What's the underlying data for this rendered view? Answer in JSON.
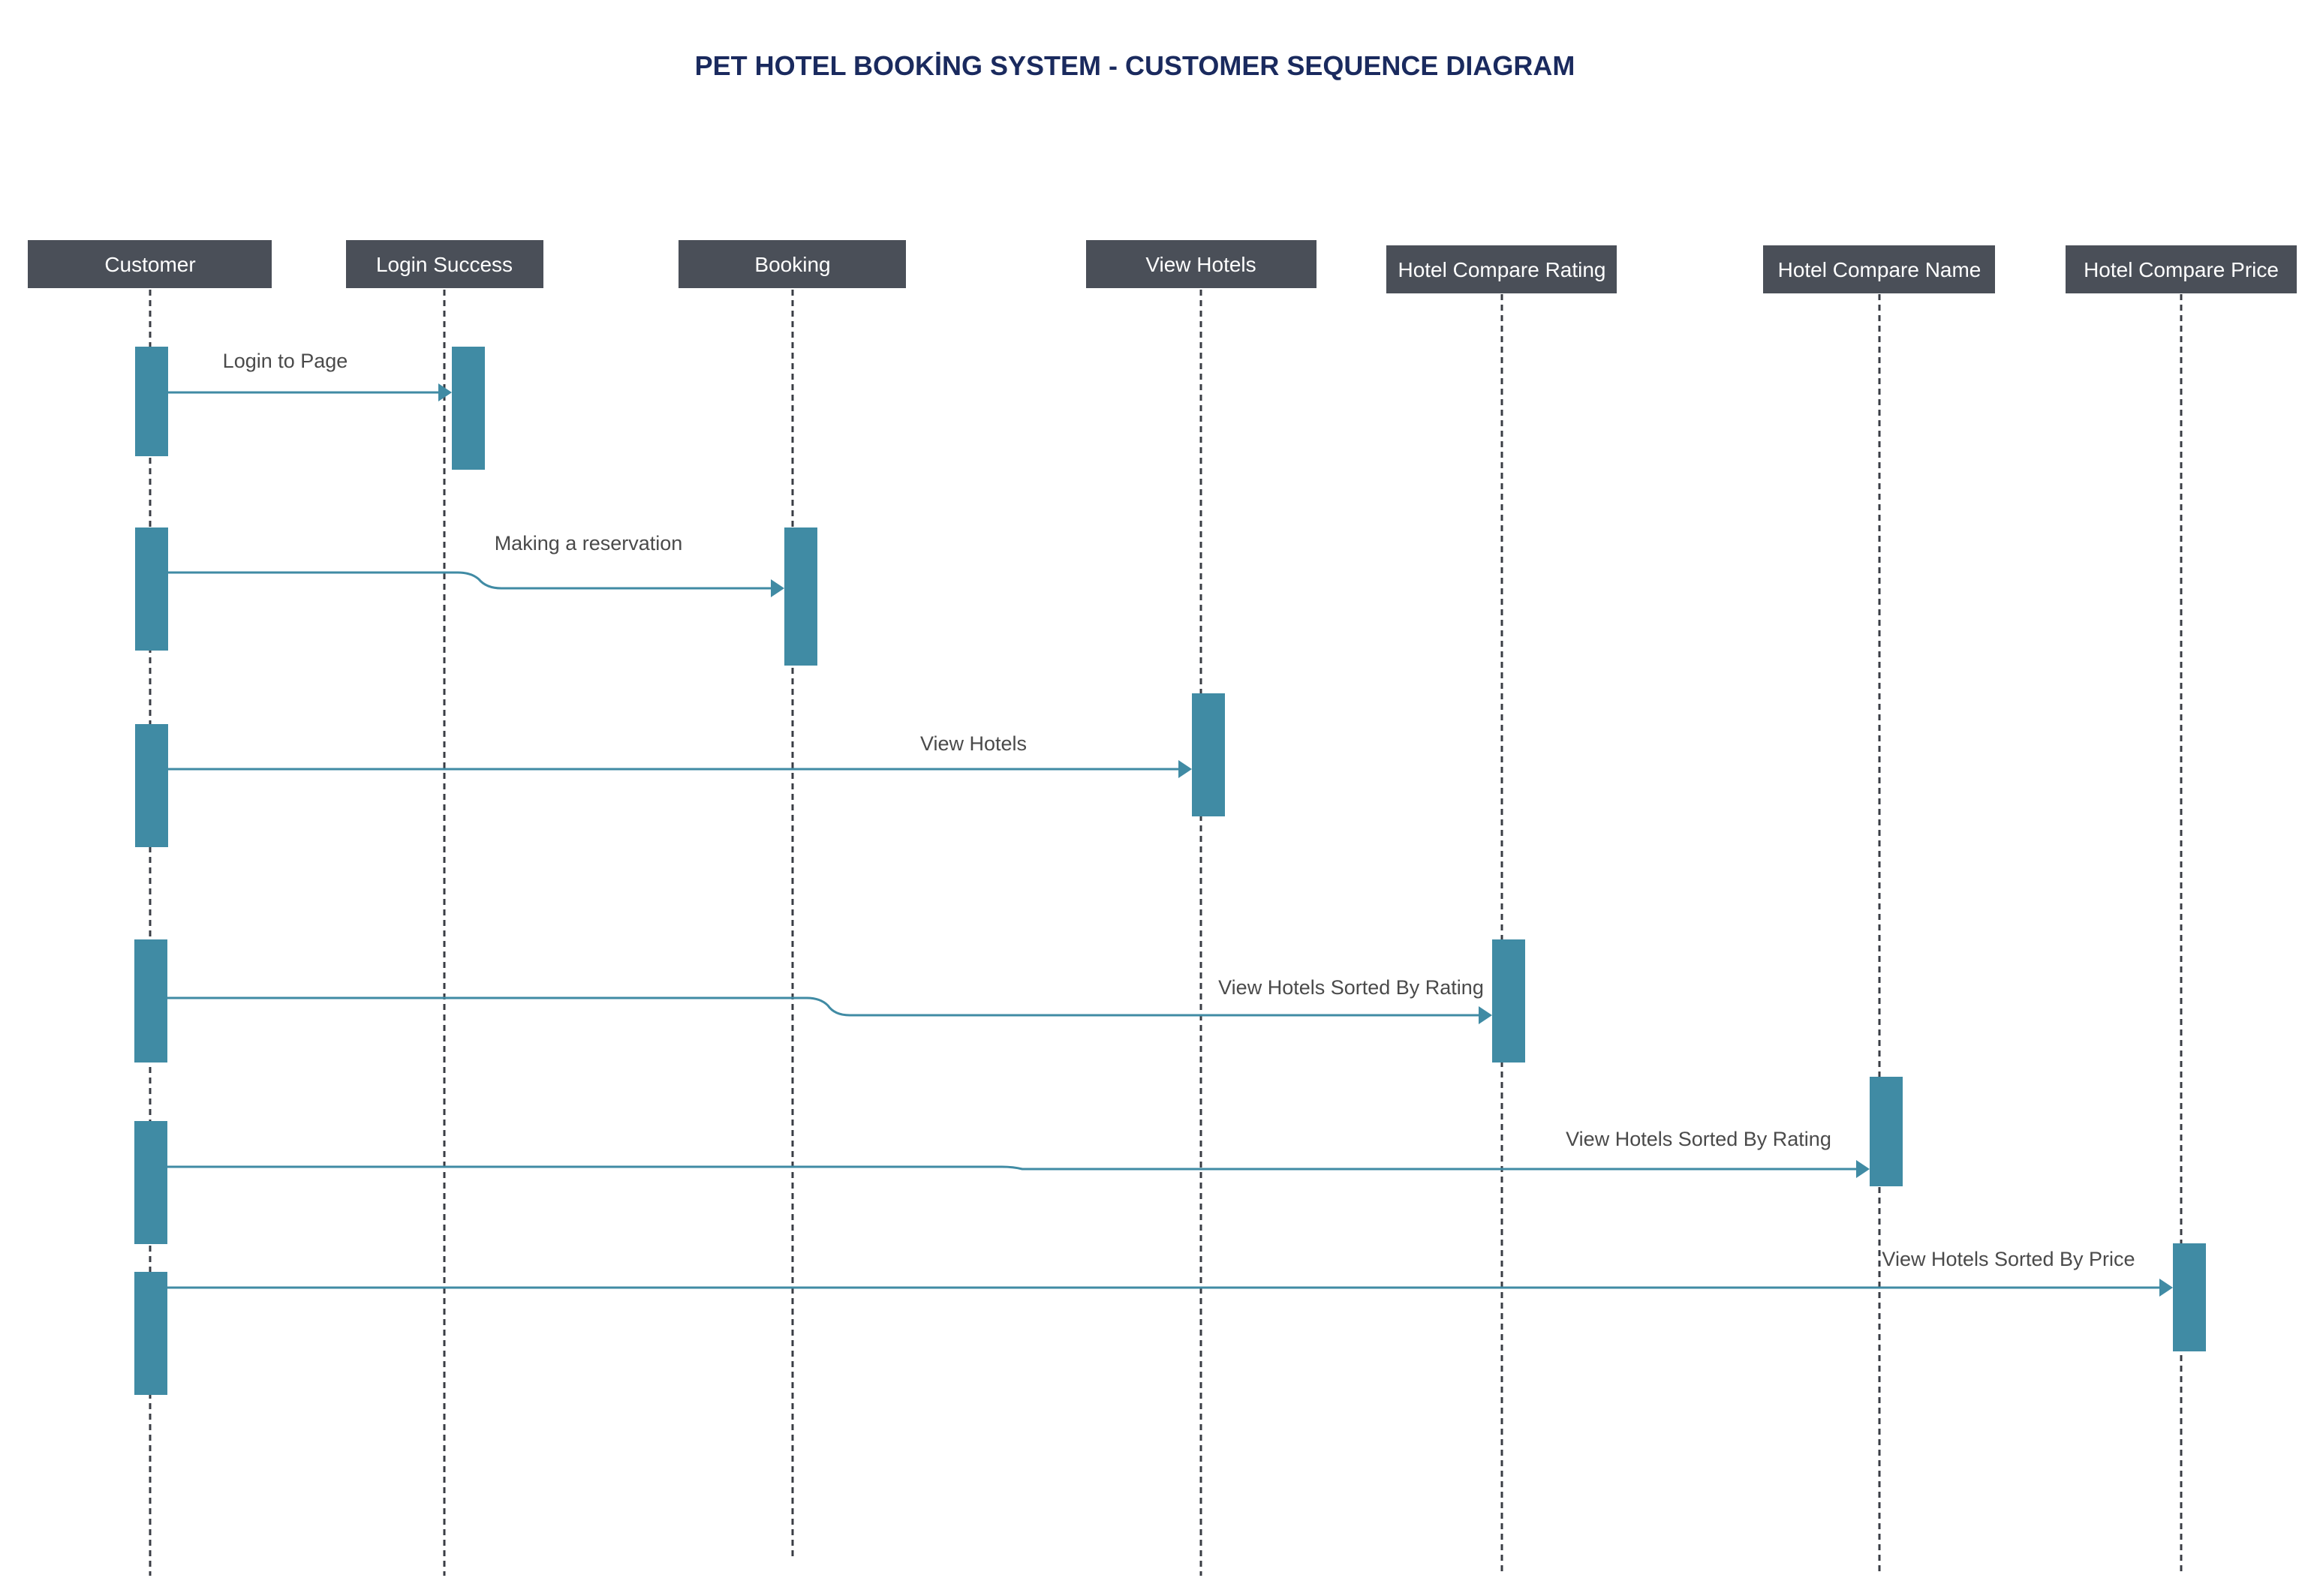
{
  "title": "PET HOTEL BOOKİNG SYSTEM - CUSTOMER  SEQUENCE DIAGRAM",
  "colors": {
    "title": "#1a2a5e",
    "actor_box": "#4a4f58",
    "activation": "#408ba4",
    "message": "#408ba4",
    "lifeline": "#3a3d44"
  },
  "participants": [
    {
      "id": "customer",
      "label": "Customer"
    },
    {
      "id": "login_success",
      "label": "Login Success"
    },
    {
      "id": "booking",
      "label": "Booking"
    },
    {
      "id": "view_hotels",
      "label": "View Hotels"
    },
    {
      "id": "hotel_compare_rating",
      "label": "Hotel Compare Rating"
    },
    {
      "id": "hotel_compare_name",
      "label": "Hotel Compare Name"
    },
    {
      "id": "hotel_compare_price",
      "label": "Hotel Compare Price"
    }
  ],
  "messages": [
    {
      "from": "Customer",
      "to": "Login Success",
      "label": "Login to Page"
    },
    {
      "from": "Customer",
      "to": "Booking",
      "label": "Making a reservation"
    },
    {
      "from": "Customer",
      "to": "View Hotels",
      "label": "View Hotels"
    },
    {
      "from": "Customer",
      "to": "Hotel Compare Rating",
      "label": "View Hotels Sorted By Rating"
    },
    {
      "from": "Customer",
      "to": "Hotel Compare Name",
      "label": "View Hotels Sorted By Rating"
    },
    {
      "from": "Customer",
      "to": "Hotel Compare Price",
      "label": "View Hotels Sorted By Price"
    }
  ]
}
